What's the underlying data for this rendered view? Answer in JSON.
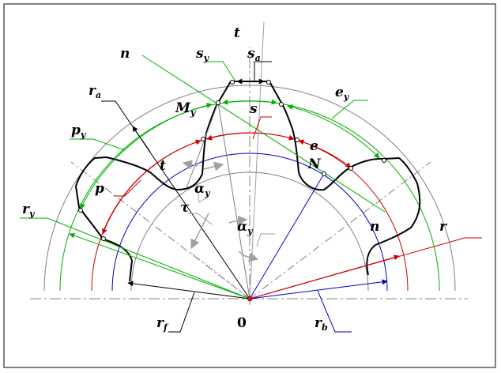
{
  "labels": {
    "t_top": "t",
    "n_top": "n",
    "s_y": "s",
    "s_y_sub": "y",
    "s_a": "s",
    "s_a_sub": "a",
    "r_a": "r",
    "r_a_sub": "a",
    "e_y": "e",
    "e_y_sub": "y",
    "M_y": "M",
    "M_y_sub": "y",
    "s": "s",
    "p_y": "p",
    "p_y_sub": "y",
    "e": "e",
    "N": "N",
    "t_mid": "t",
    "p": "p",
    "alpha_y_top": "α",
    "alpha_y_top_sub": "y",
    "tau": "τ",
    "r_y": "r",
    "r_y_sub": "y",
    "alpha_y_bot": "α",
    "alpha_y_bot_sub": "y",
    "n_right": "n",
    "r": "r",
    "r_f": "r",
    "r_f_sub": "f",
    "origin": "0",
    "r_b": "r",
    "r_b_sub": "b"
  },
  "colors": {
    "addendum_circle": "#808080",
    "pitch_circle": "#cc0000",
    "base_circle": "#0000cc",
    "arbitrary_circle": "#00b000",
    "root_circle": "#808080",
    "tooth_profile": "#000000",
    "center_point": "#ff0000"
  }
}
